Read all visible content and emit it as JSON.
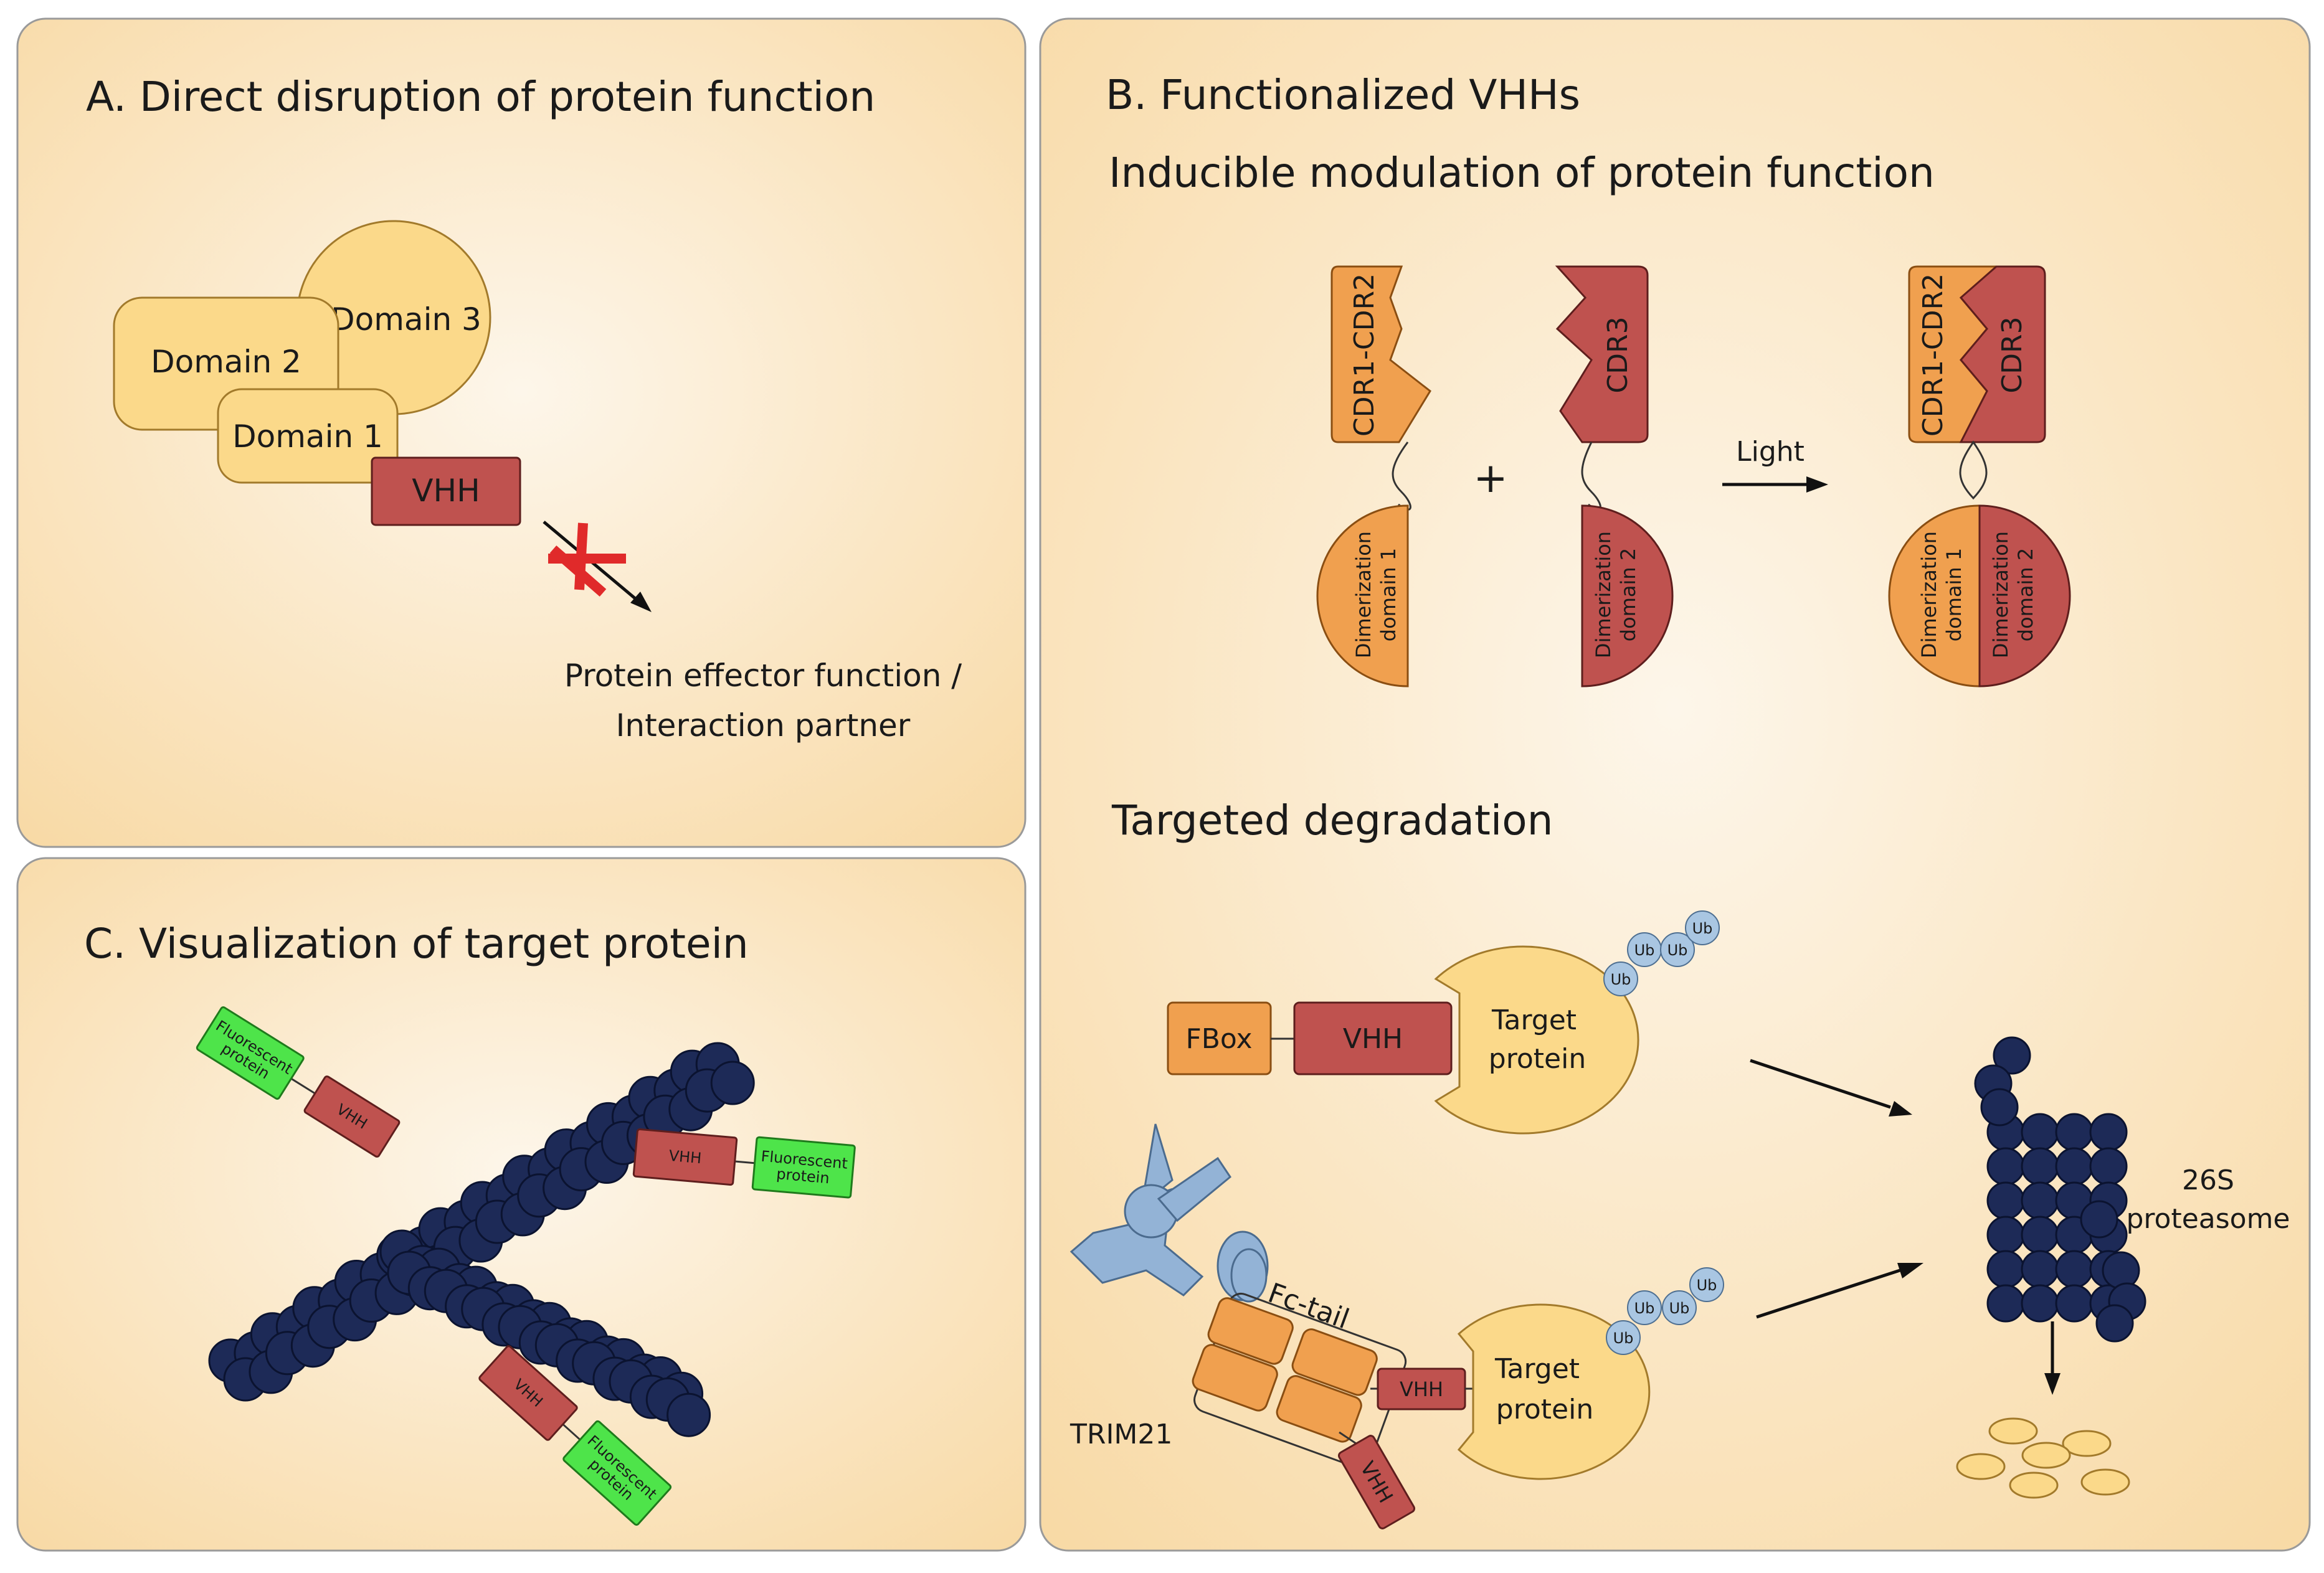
{
  "colors": {
    "panel_center": "#fdf6ea",
    "panel_edge": "#f8d9a4",
    "yellow": "#fbd98a",
    "yellow_stroke": "#a27a2b",
    "vhh_red": "#bf524f",
    "orange": "#f0a04f",
    "navy": "#1d2a57",
    "green": "#4ee44a",
    "ub_blue": "#a9c6e2",
    "trim_blue": "#93b3d6",
    "x_red": "#e02a2a"
  },
  "panel_a": {
    "title": "A. Direct disruption of protein function",
    "domain3": "Domain 3",
    "domain2": "Domain 2",
    "domain1": "Domain 1",
    "vhh": "VHH",
    "effector_line1": "Protein effector function /",
    "effector_line2": "Interaction partner"
  },
  "panel_b": {
    "title": "B. Functionalized VHHs",
    "inducible_title": "Inducible modulation of protein function",
    "cdr12": "CDR1-CDR2",
    "cdr3": "CDR3",
    "plus": "+",
    "light": "Light",
    "dim1_line1": "Dimerization",
    "dim1_line2": "domain 1",
    "dim2_line1": "Dimerization",
    "dim2_line2": "domain 2",
    "degradation_title": "Targeted degradation",
    "fbox": "FBox",
    "vhh": "VHH",
    "target_line1": "Target",
    "target_line2": "protein",
    "ub": "Ub",
    "proteasome_line1": "26S",
    "proteasome_line2": "proteasome",
    "fc_tail": "Fc-tail",
    "trim21": "TRIM21"
  },
  "panel_c": {
    "title": "C. Visualization of target protein",
    "fluor_line1": "Fluorescent",
    "fluor_line2": "protein",
    "vhh": "VHH"
  }
}
